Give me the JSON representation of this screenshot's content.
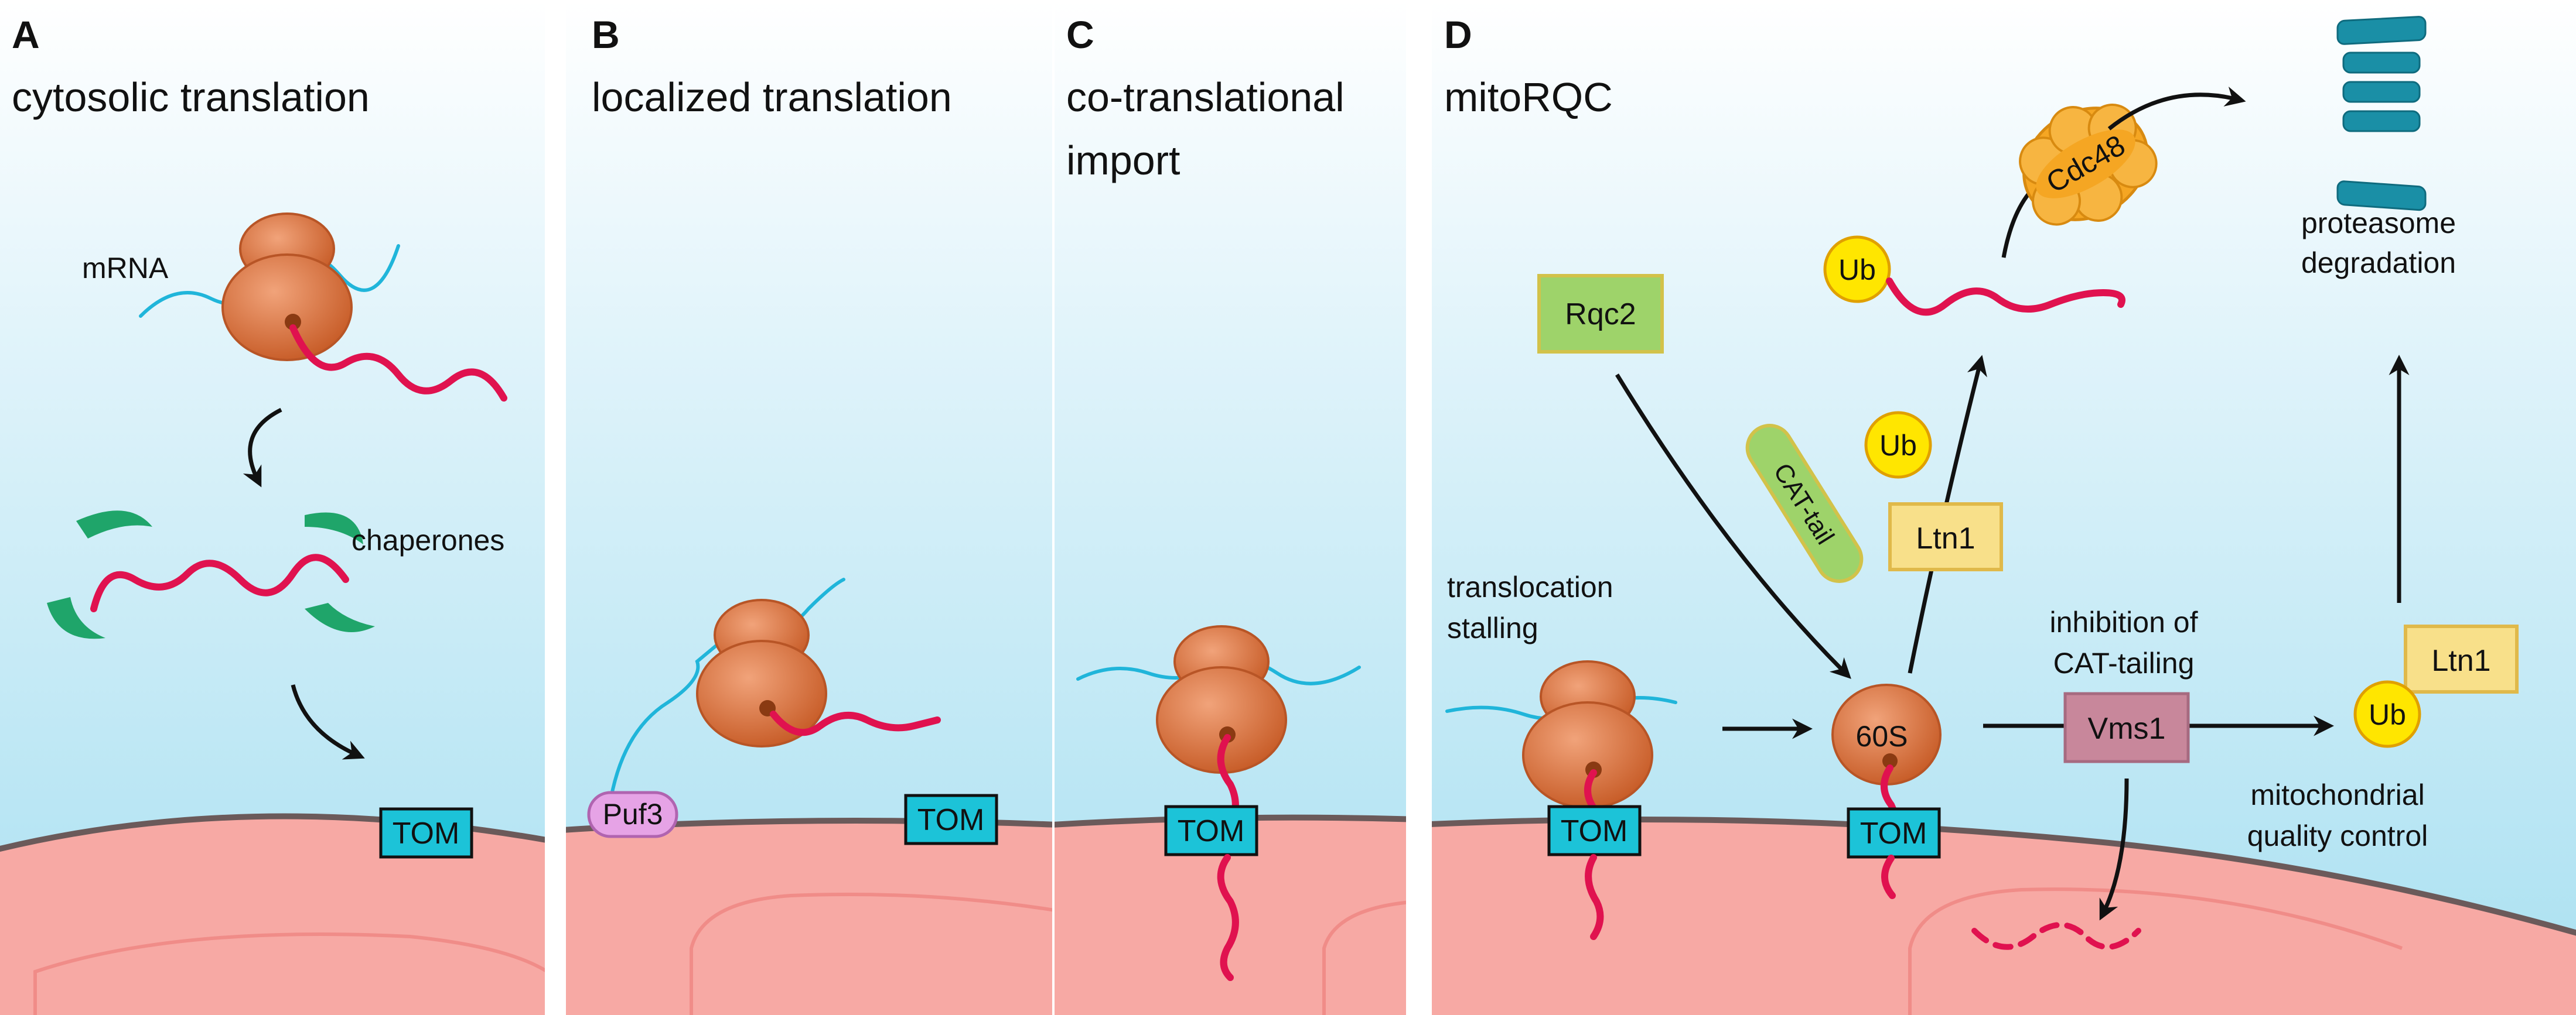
{
  "panels": {
    "a": {
      "letter": "A",
      "title": "cytosolic translation",
      "mrna_label": "mRNA",
      "chaperones_label": "chaperones",
      "tom_label": "TOM"
    },
    "b": {
      "letter": "B",
      "title": "localized translation",
      "puf3_label": "Puf3",
      "tom_label": "TOM"
    },
    "c": {
      "letter": "C",
      "title_line1": "co-translational",
      "title_line2": "import",
      "tom_label": "TOM"
    },
    "d": {
      "letter": "D",
      "title": "mitoRQC",
      "rqc2_label": "Rqc2",
      "cat_tail_label": "CAT-tail",
      "ltn1_label": "Ltn1",
      "ub_label": "Ub",
      "cdc48_label": "Cdc48",
      "proteasome_line1": "proteasome",
      "proteasome_line2": "degradation",
      "stalling_line1": "translocation",
      "stalling_line2": "stalling",
      "ribosome_60s_label": "60S",
      "inhibition_line1": "inhibition of",
      "inhibition_line2": "CAT-tailing",
      "vms1_label": "Vms1",
      "mqc_line1": "mitochondrial",
      "mqc_line2": "quality control",
      "tom_label": "TOM"
    }
  },
  "colors": {
    "sky_top": "#ffffff",
    "sky_bottom": "#b8e6f4",
    "membrane_fill": "#f7a9a4",
    "membrane_outline": "#6b5a5a",
    "ribosome": "#d9703a",
    "peptide": "#e0124f",
    "mrna": "#20b5da",
    "tom_box": "#1cc3d8",
    "chaperone": "#1fa56a",
    "puf3": "#e6a3e6",
    "rqc2_box": "#9ed36a",
    "ltn1_box": "#f8e08a",
    "ub": "#ffe600",
    "cdc48": "#f5a623",
    "vms1_box": "#c8879b",
    "proteasome": "#1a8fa6"
  }
}
